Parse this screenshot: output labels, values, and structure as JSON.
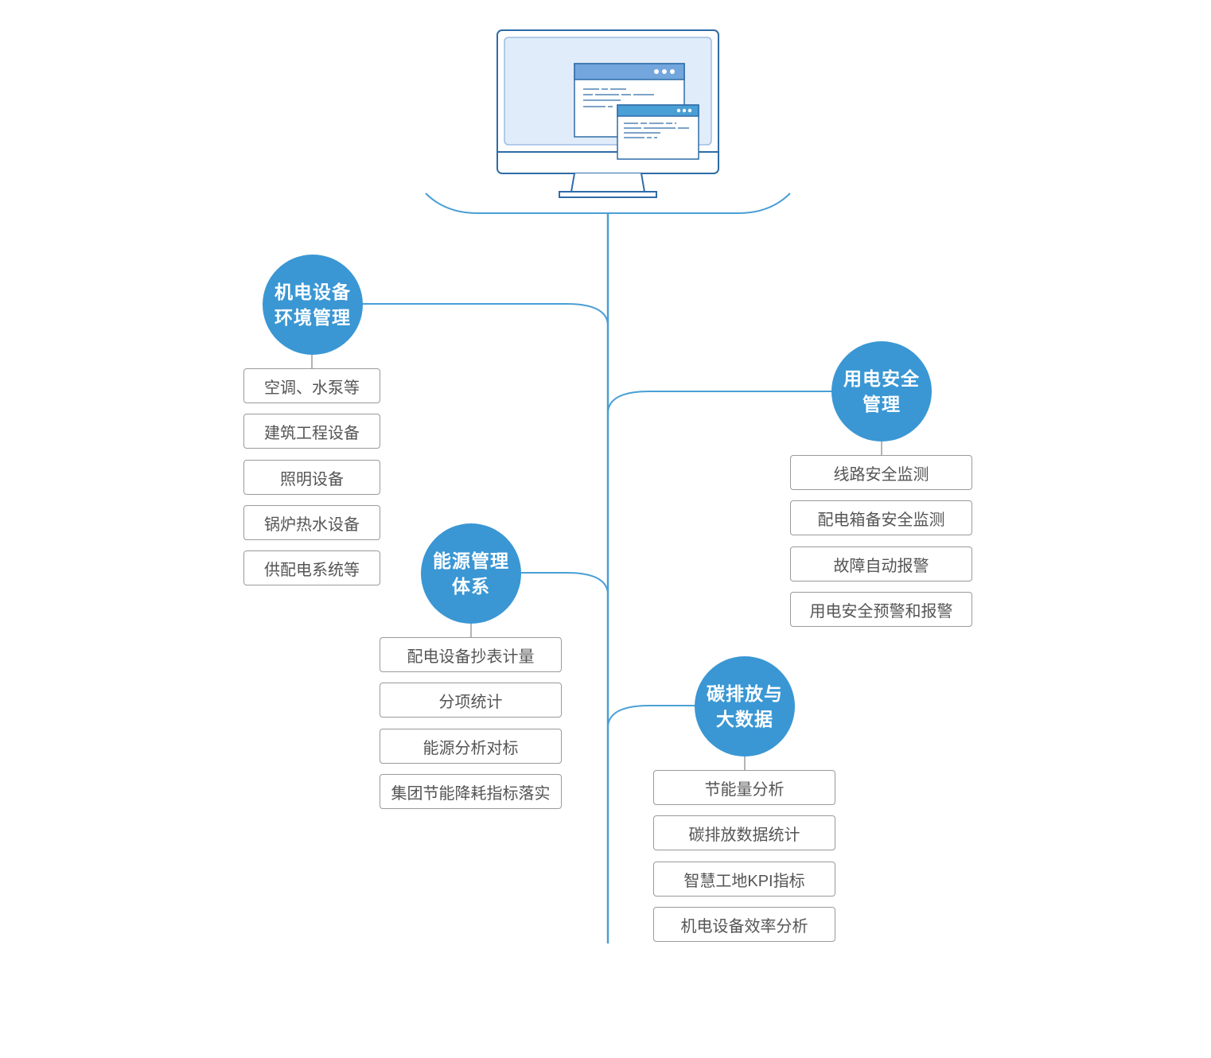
{
  "branches": [
    {
      "title_lines": [
        "机电设备",
        "环境管理"
      ],
      "items": [
        "空调、水泵等",
        "建筑工程设备",
        "照明设备",
        "锅炉热水设备",
        "供配电系统等"
      ]
    },
    {
      "title_lines": [
        "用电安全",
        "管理"
      ],
      "items": [
        "线路安全监测",
        "配电箱备安全监测",
        "故障自动报警",
        "用电安全预警和报警"
      ]
    },
    {
      "title_lines": [
        "能源管理",
        "体系"
      ],
      "items": [
        "配电设备抄表计量",
        "分项统计",
        "能源分析对标",
        "集团节能降耗指标落实"
      ]
    },
    {
      "title_lines": [
        "碳排放与",
        "大数据"
      ],
      "items": [
        "节能量分析",
        "碳排放数据统计",
        "智慧工地KPI指标",
        "机电设备效率分析"
      ]
    }
  ],
  "colors": {
    "accent": "#3a97d4",
    "line": "#4a9fd5",
    "box_border": "#9a9a9a",
    "text": "#555555"
  }
}
